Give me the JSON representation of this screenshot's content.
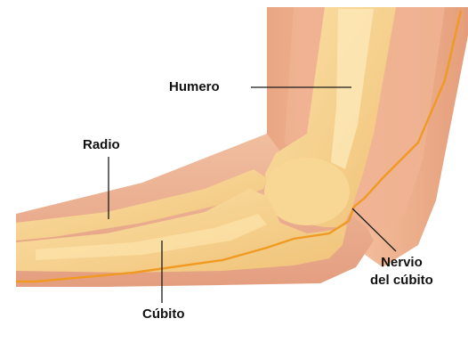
{
  "labels": {
    "humero": "Humero",
    "radio": "Radio",
    "cubito": "Cúbito",
    "nervio_line1": "Nervio",
    "nervio_line2": "del cúbito"
  },
  "colors": {
    "skin_outer": "#eeb89b",
    "skin_inner": "#f2c6a8",
    "muscle": "#e9a07c",
    "bone": "#f6cf86",
    "bone_highlight": "#fbe4ab",
    "nerve": "#f09a22",
    "leader": "#1a1a1a"
  }
}
